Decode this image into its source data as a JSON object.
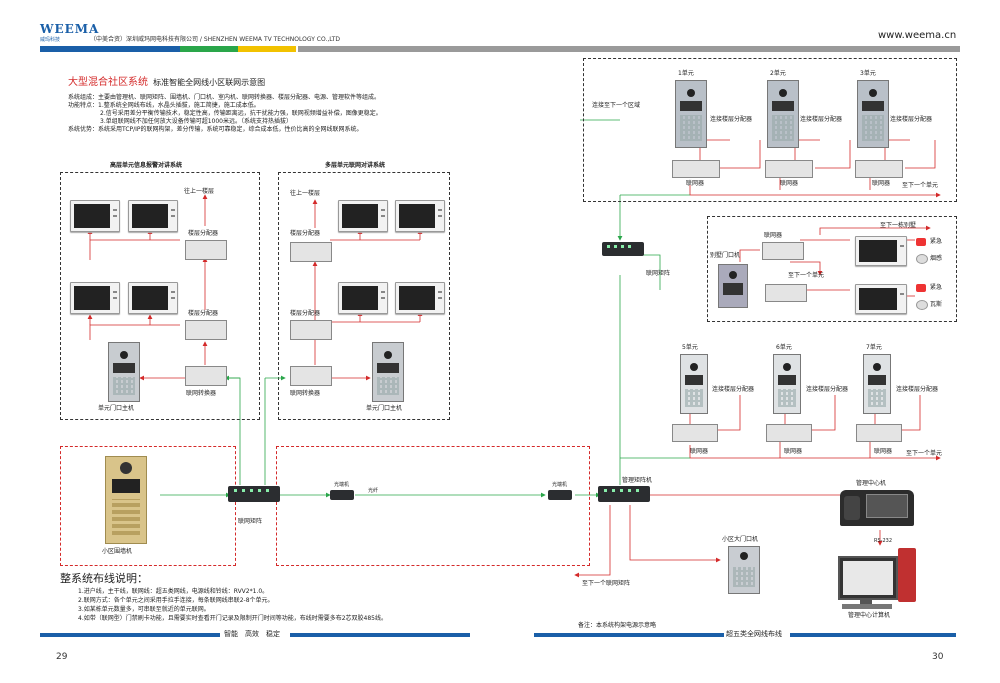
{
  "header": {
    "logo_word": "WEEMA",
    "logo_cn": "威玛科技",
    "company": "（中美合资）深圳威玛网电科技有限公司 / SHENZHEN WEEMA TV TECHNOLOGY CO.,LTD",
    "website": "www.weema.cn",
    "bar_colors": [
      "#1a5fa8",
      "#2aa64a",
      "#f2c200",
      "#9a9a9a"
    ]
  },
  "left_page": {
    "title_red": "大型混合社区系统",
    "title_black": "标准智能全网线小区联网示意图",
    "desc_lines": [
      "系统组成：主要由管理机、联网矩阵、围墙机、门口机、室内机、联网转换器、楼层分配器、电源、管理软件等组成。",
      "功能特点：1.整系统全网线布线，水晶头插拔，施工简捷，施工成本低。",
      "2.信号采用差分平衡传输技术，稳定性高，传输距离远，抗干扰能力强，联网视频增益补偿，图像更稳定。",
      "3.单组联网线不加任何放大设备传输可超1000米远。（系统支持热插拔）",
      "系统优势：系统采用TCP/IP的联网构架，差分传输，系统可靠稳定，综合成本低，性价比高的全网线联网系统。"
    ],
    "sys1_title": "高层单元信息报警对讲系统",
    "sys2_title": "多层单元联网对讲系统",
    "up_label": "往上一楼层",
    "floor_splitter": "楼层分配器",
    "net_converter": "联网转换器",
    "unit_door": "单元门口主机",
    "wall_machine": "小区围墙机",
    "net_matrix": "联网矩阵",
    "optical_tx": "光端机",
    "fiber": "光纤",
    "wiring_title": "整系统布线说明：",
    "wiring_lines": [
      "1.进户线，主干线，联网线：超五类网线，电源线和铃线：RVV2*1.0。",
      "2.联网方式：各个单元之间采用手拉手连接，每条联网线串联2-8个单元。",
      "3.如某栋单元数量多，可串联至就近的单元联网。",
      "4.如带（联网型）门禁刷卡功能，且需要实时查看开门记录及限制开门时间等功能，布线时需要多布2芯双胶485线。"
    ],
    "footer_slogan": "智能　高效　稳定",
    "page_number": "29"
  },
  "right_page": {
    "connect_next_area": "连接至下一个区域",
    "units_top": [
      "1单元",
      "2单元",
      "3单元"
    ],
    "units_bottom": [
      "5单元",
      "6单元",
      "7单元"
    ],
    "connect_splitter": "连接楼层分配器",
    "networker": "联网器",
    "to_next_unit": "至下一个单元",
    "net_matrix": "联网矩阵",
    "villa_door": "别墅门口机",
    "to_next_villa": "至下一栋别墅",
    "emergency": "紧急",
    "smoke": "烟感",
    "gas": "瓦斯",
    "mgmt_matrix": "管理矩阵机",
    "mgmt_center": "管理中心机",
    "rs232": "RS-232",
    "gate": "小区大门口机",
    "to_next_matrix": "至下一个联网矩阵",
    "mgmt_pc": "管理中心计算机",
    "note": "备注：本系统构架电源示意略",
    "footer_title": "超五类全网线布线",
    "page_number": "30"
  },
  "colors": {
    "red": "#d42a2a",
    "green": "#2aa64a",
    "blue": "#1a5fa8"
  }
}
